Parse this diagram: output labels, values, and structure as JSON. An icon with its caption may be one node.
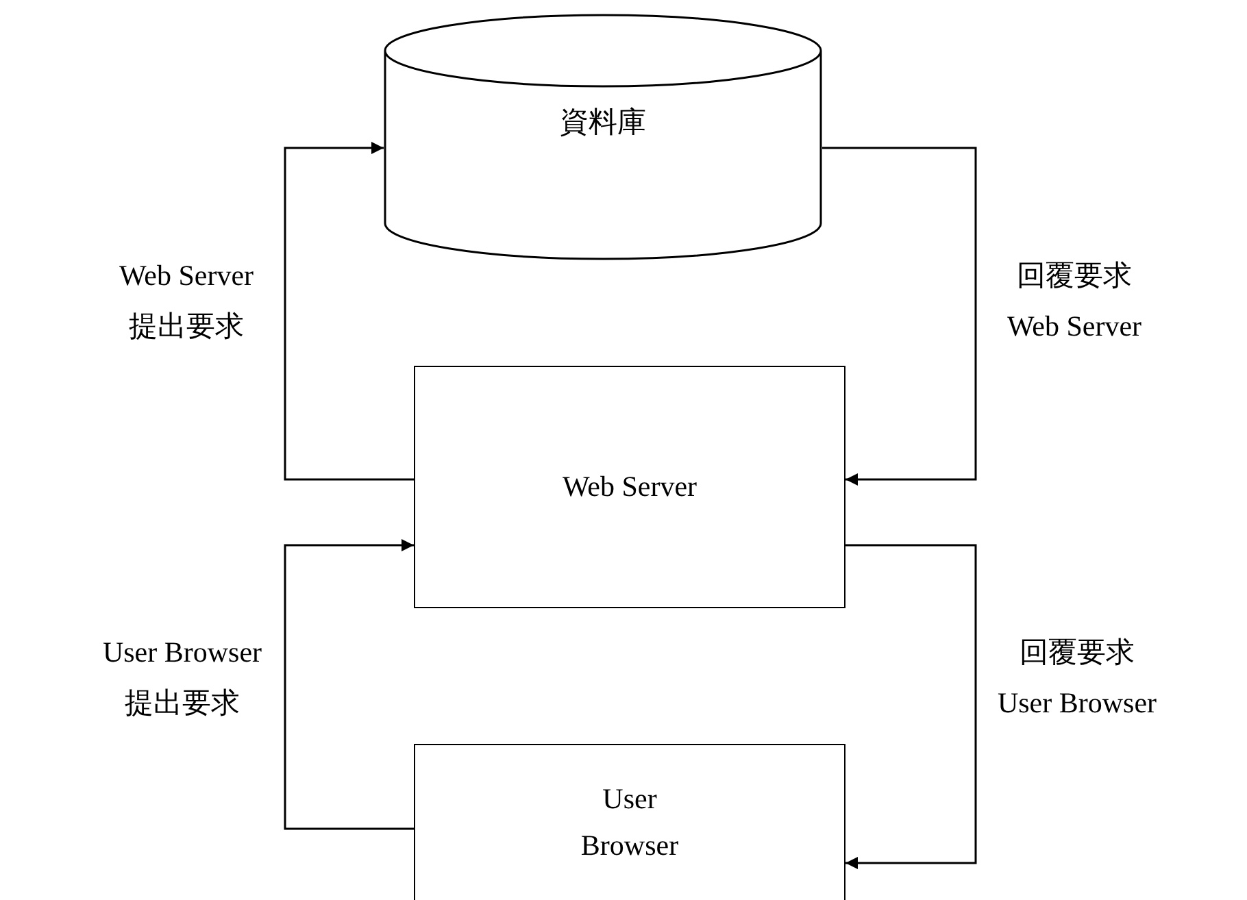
{
  "diagram": {
    "nodes": [
      {
        "text": [
          "資料庫"
        ]
      },
      {
        "text": [
          "Web Server"
        ]
      },
      {
        "text": [
          "User Browser"
        ]
      }
    ],
    "edges": [
      {
        "from": 1,
        "to": 0,
        "arrow": "to",
        "label": "Web Server 提出要求"
      },
      {
        "from": 0,
        "to": 1,
        "arrow": "to",
        "label": "回覆要求 Web Server"
      },
      {
        "from": 2,
        "to": 1,
        "arrow": "to",
        "label": "User Browser 提出要求"
      },
      {
        "from": 1,
        "to": 2,
        "arrow": "to",
        "label": "回覆要求 User Browser"
      }
    ]
  }
}
